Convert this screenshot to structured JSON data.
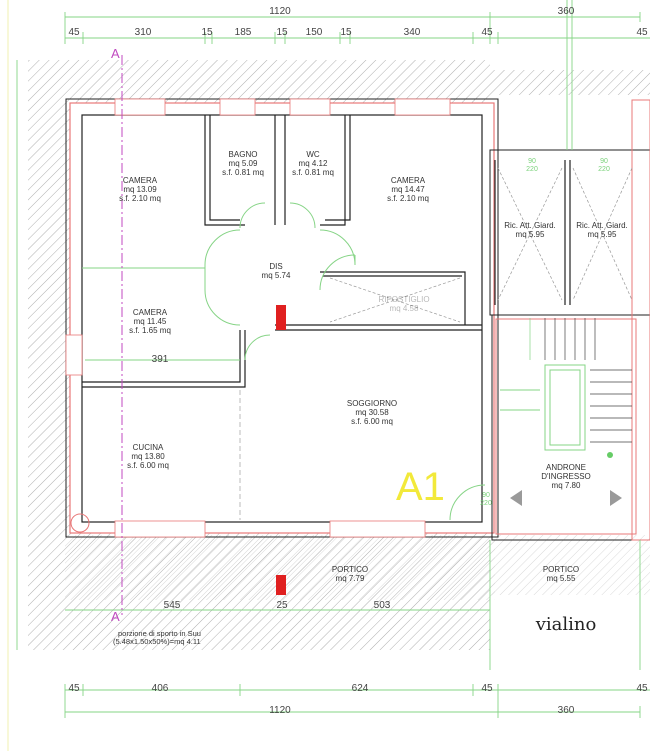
{
  "dimensions_top": {
    "total_left": "1120",
    "total_right": "360",
    "segments": [
      "45",
      "310",
      "15",
      "185",
      "15",
      "150",
      "15",
      "340",
      "45"
    ],
    "right_segment": "45"
  },
  "dimensions_bottom": {
    "segments": [
      "45",
      "406",
      "624",
      "45"
    ],
    "right_segment": "45",
    "total_left": "1120",
    "total_right": "360"
  },
  "section_marker": "A",
  "rooms": {
    "camera1": {
      "name": "CAMERA",
      "area": "mq 13.09",
      "sf": "s.f. 2.10 mq"
    },
    "bagno": {
      "name": "BAGNO",
      "area": "mq 5.09",
      "sf": "s.f. 0.81 mq"
    },
    "wc": {
      "name": "WC",
      "area": "mq 4.12",
      "sf": "s.f. 0.81 mq"
    },
    "camera2": {
      "name": "CAMERA",
      "area": "mq 14.47",
      "sf": "s.f. 2.10 mq"
    },
    "dis": {
      "name": "DIS",
      "area": "mq 5.74"
    },
    "ripostiglio": {
      "name": "RIPOSTIGLIO",
      "area": "mq 4.58"
    },
    "camera3": {
      "name": "CAMERA",
      "area": "mq 11.45",
      "sf": "s.f. 1.65 mq"
    },
    "soggiorno": {
      "name": "SOGGIORNO",
      "area": "mq 30.58",
      "sf": "s.f. 6.00 mq"
    },
    "cucina": {
      "name": "CUCINA",
      "area": "mq 13.80",
      "sf": "s.f. 6.00 mq"
    },
    "ric1": {
      "name": "Ric. Att. Giard.",
      "area": "mq 5.95"
    },
    "ric2": {
      "name": "Ric. Att. Giard.",
      "area": "mq 5.95"
    },
    "androne": {
      "name": "ANDRONE",
      "name2": "D'INGRESSO",
      "area": "mq 7.80"
    },
    "portico1": {
      "name": "PORTICO",
      "area": "mq 7.79"
    },
    "portico2": {
      "name": "PORTICO",
      "area": "mq 5.55"
    }
  },
  "inner_dims": {
    "camera3_width": "391",
    "portico_left": "545",
    "portico_mid": "25",
    "portico_right": "503",
    "door_androne": "90",
    "door_androne2": "220",
    "ric_door1": "90",
    "ric_door2": "220"
  },
  "unit_label": "A1",
  "vialino": "vialino",
  "note": {
    "line1": "porzione di sporto in Suu",
    "line2": "(5.48x1.50x50%)=mq 4.11"
  },
  "colors": {
    "wall_outline": "#e87878",
    "wall_edge": "#222222",
    "dimension_green": "#86d486",
    "section_magenta": "#c04ac0",
    "column_red": "#e02020",
    "unit_yellow": "#f2e93a"
  }
}
